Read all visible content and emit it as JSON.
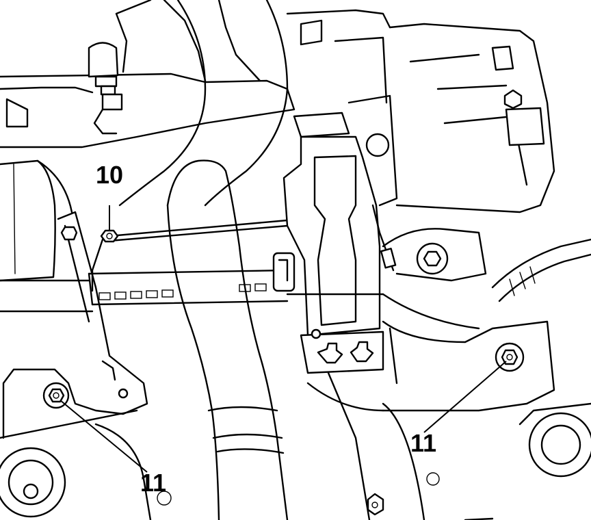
{
  "figure": {
    "callouts": [
      {
        "id": "bolt-10",
        "label": "10"
      },
      {
        "id": "bolt-11-left",
        "label": "11"
      },
      {
        "id": "bolt-11-right",
        "label": "11"
      }
    ]
  },
  "colors": {
    "ink": "#000000",
    "paper": "#ffffff"
  }
}
